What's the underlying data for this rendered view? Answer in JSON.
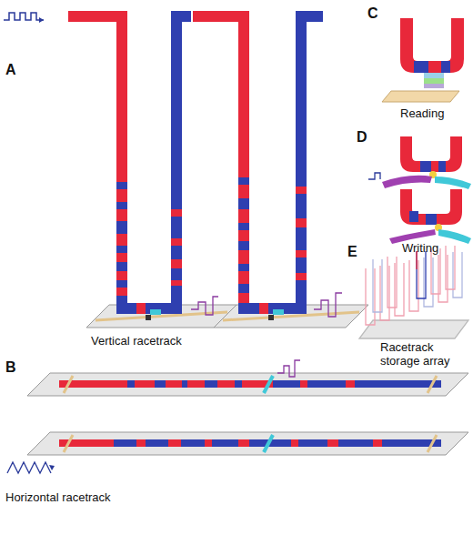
{
  "diagram": {
    "labels": [
      "A",
      "C",
      "D",
      "E",
      "Vertical racetrack",
      "B",
      "Horizontal racetrack",
      "Reading",
      "Writing",
      "Racetrack storage array"
    ]
  }
}
